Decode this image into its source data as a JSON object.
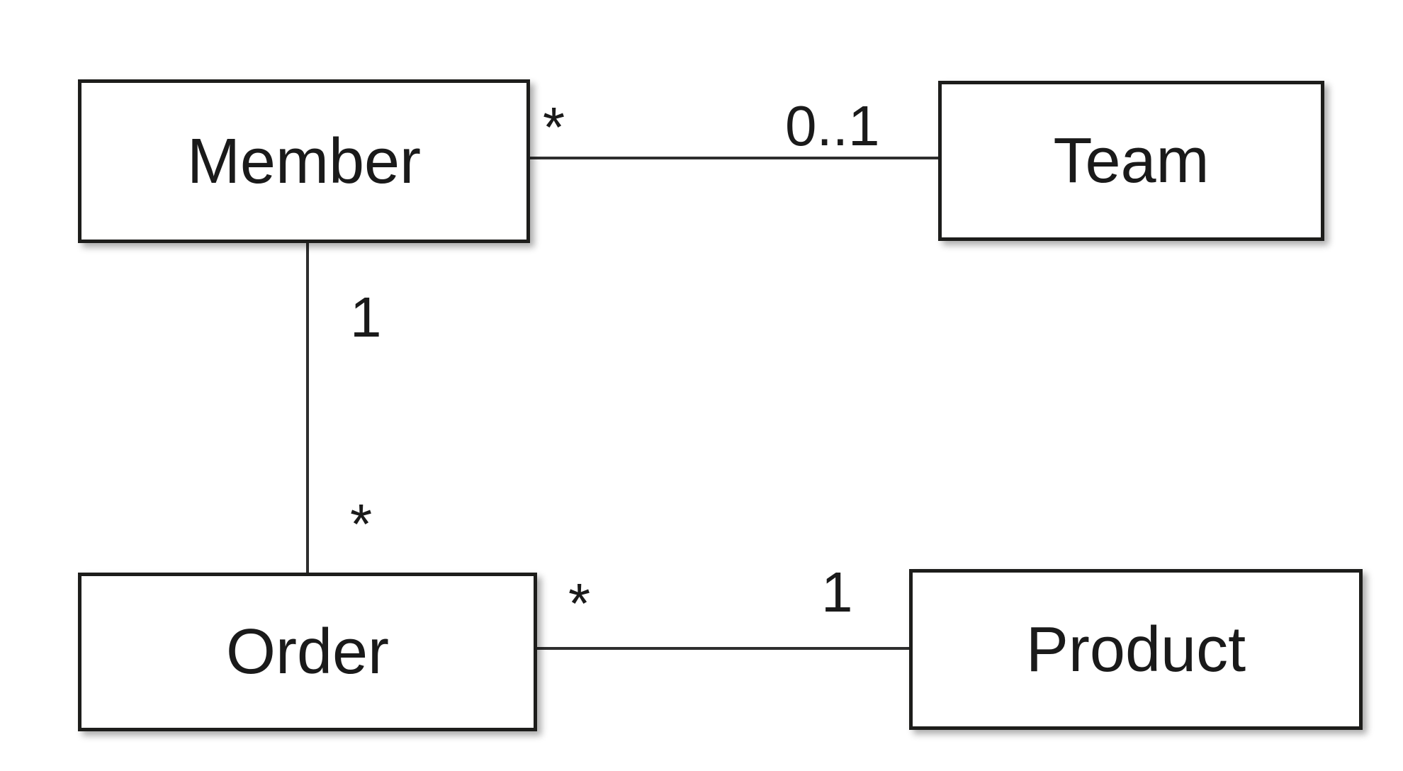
{
  "diagram": {
    "kind": "uml-class-diagram",
    "entities": [
      {
        "id": "member",
        "label": "Member"
      },
      {
        "id": "team",
        "label": "Team"
      },
      {
        "id": "order",
        "label": "Order"
      },
      {
        "id": "product",
        "label": "Product"
      }
    ],
    "relationships": [
      {
        "id": "member-team",
        "from": "Member",
        "to": "Team",
        "from_multiplicity": "*",
        "to_multiplicity": "0..1"
      },
      {
        "id": "member-order",
        "from": "Member",
        "to": "Order",
        "from_multiplicity": "1",
        "to_multiplicity": "*"
      },
      {
        "id": "order-product",
        "from": "Order",
        "to": "Product",
        "from_multiplicity": "*",
        "to_multiplicity": "1"
      }
    ],
    "colors": {
      "stroke": "#1d1d1b",
      "line": "#2e2e2e",
      "entity_fill": "#ffffff",
      "background": "#ffffff",
      "text": "#1a1a1a"
    }
  }
}
